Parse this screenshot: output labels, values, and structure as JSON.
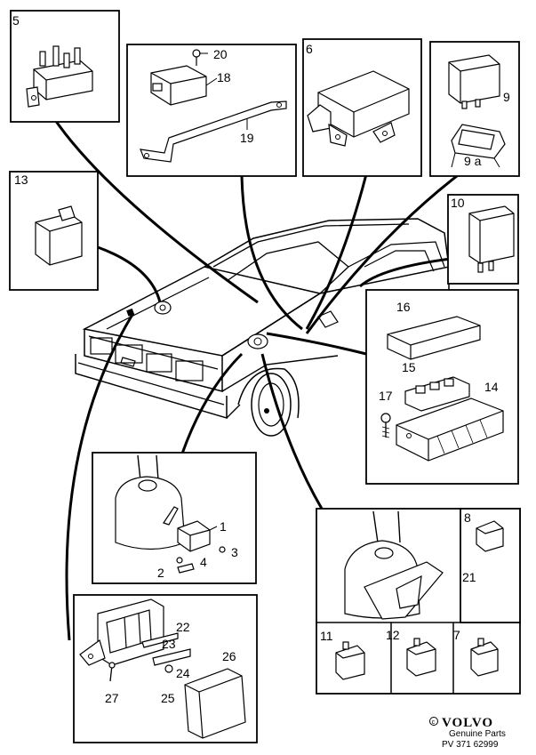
{
  "callouts": {
    "c5": "5",
    "c20": "20",
    "c18": "18",
    "c19": "19",
    "c6": "6",
    "c9": "9",
    "c9a": "9 a",
    "c13": "13",
    "c10": "10",
    "c16": "16",
    "c15": "15",
    "c17": "17",
    "c14": "14",
    "c1": "1",
    "c3": "3",
    "c2": "2",
    "c4": "4",
    "c8": "8",
    "c21": "21",
    "c11": "11",
    "c12": "12",
    "c7": "7",
    "c22": "22",
    "c23": "23",
    "c24": "24",
    "c25": "25",
    "c26": "26",
    "c27": "27"
  },
  "branding": {
    "brand_name": "VOLVO",
    "subtitle": "Genuine Parts",
    "part_ref": "PV 371 62999"
  },
  "colors": {
    "ink": "#000000",
    "paper": "#ffffff"
  }
}
